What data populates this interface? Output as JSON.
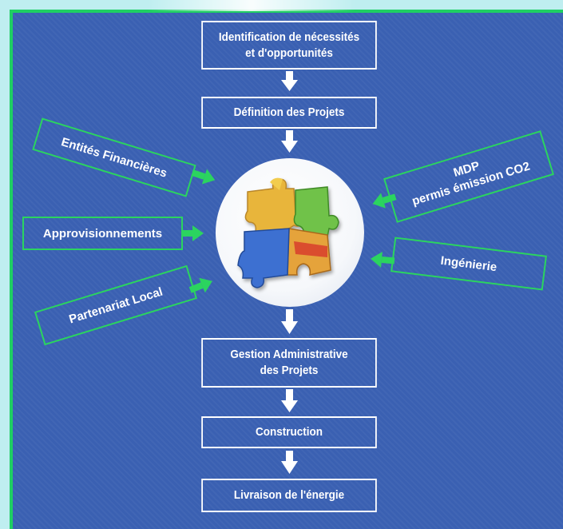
{
  "flow_steps": [
    {
      "line1": "Identification de nécessités",
      "line2": "et d'opportunités"
    },
    {
      "line1": "Définition des Projets"
    },
    {
      "line1": "Gestion Administrative",
      "line2": "des Projets"
    },
    {
      "line1": "Construction"
    },
    {
      "line1": "Livraison de l'énergie"
    }
  ],
  "inputs": {
    "entites": "Entités Financières",
    "approvisionnements": "Approvisionnements",
    "partenariat": "Partenariat Local",
    "mdp_line1": "MDP",
    "mdp_line2": "permis émission CO2",
    "ingenierie": "Ingénierie"
  },
  "colors": {
    "background": "#3a60b2",
    "flow_border": "#ffffff",
    "input_border": "#2bd45f",
    "input_arrow": "#2bd45f",
    "puzzle": [
      "#3d6fd1",
      "#6fc24a",
      "#e8b53a",
      "#d8452f"
    ]
  }
}
